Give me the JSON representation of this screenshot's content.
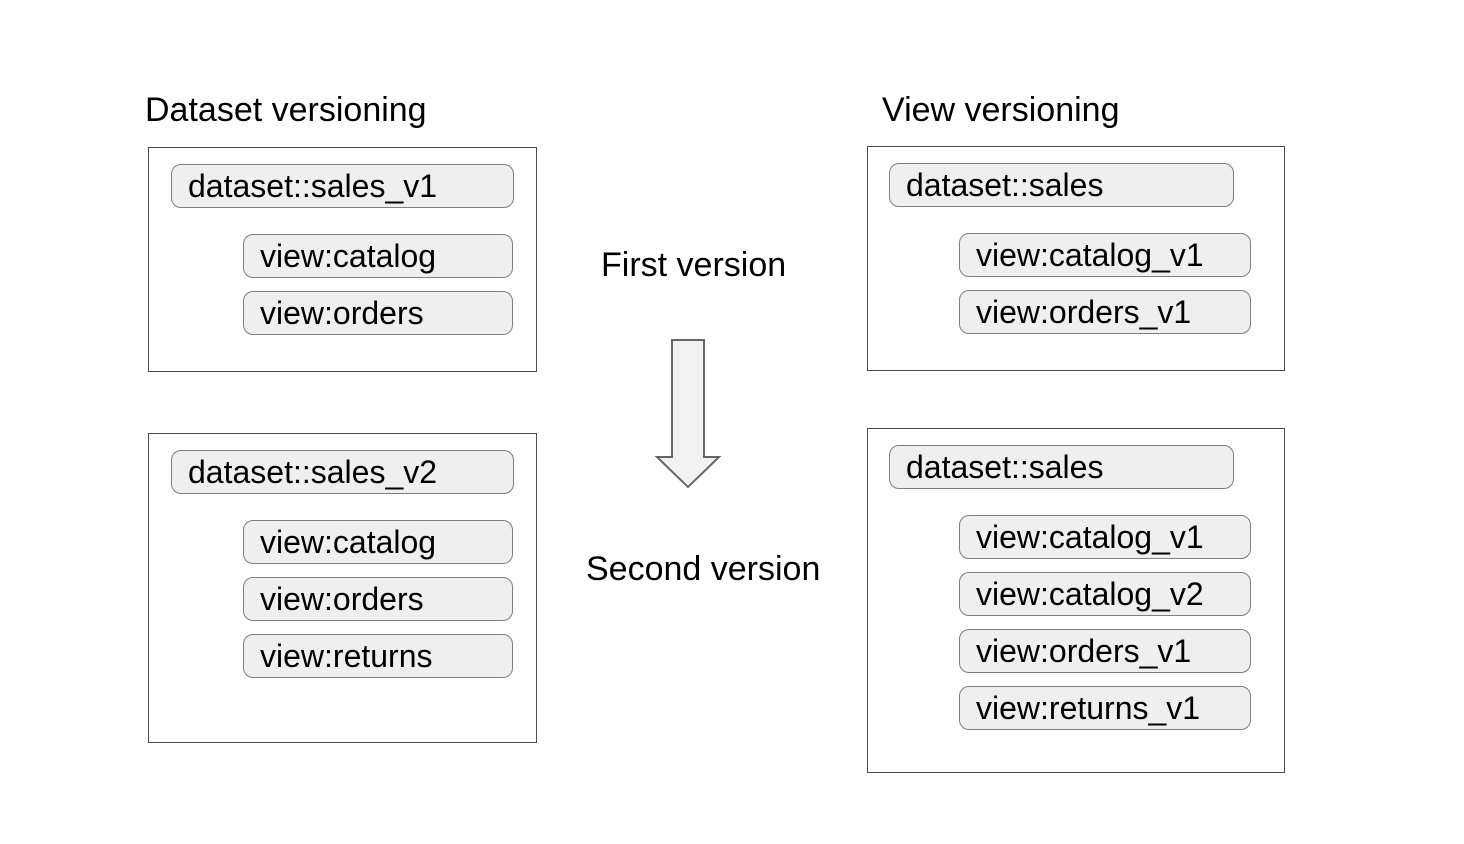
{
  "diagram": {
    "titles": {
      "left": "Dataset versioning",
      "right": "View versioning"
    },
    "flow": {
      "first_label": "First version",
      "second_label": "Second version",
      "arrow": "down-arrow"
    },
    "panels": {
      "dataset_first": {
        "dataset": "dataset::sales_v1",
        "views": [
          "view:catalog",
          "view:orders"
        ]
      },
      "view_first": {
        "dataset": "dataset::sales",
        "views": [
          "view:catalog_v1",
          "view:orders_v1"
        ]
      },
      "dataset_second": {
        "dataset": "dataset::sales_v2",
        "views": [
          "view:catalog",
          "view:orders",
          "view:returns"
        ]
      },
      "view_second": {
        "dataset": "dataset::sales",
        "views": [
          "view:catalog_v1",
          "view:catalog_v2",
          "view:orders_v1",
          "view:returns_v1"
        ]
      }
    },
    "colors": {
      "text": "#000000",
      "panel_border": "#4a4a4a",
      "pill_fill": "#efefef",
      "pill_border": "#7f7f7f",
      "arrow_fill": "#f2f2f2",
      "arrow_stroke": "#666666"
    }
  }
}
